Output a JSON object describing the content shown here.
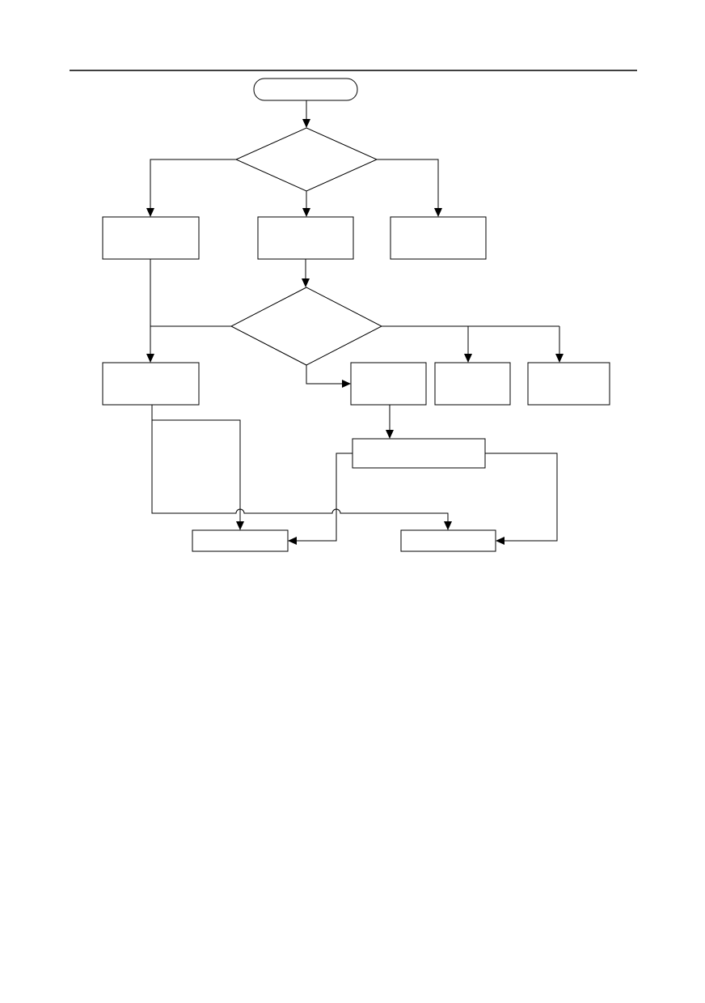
{
  "flowchart": {
    "nodes": [
      {
        "id": "start",
        "kind": "terminator",
        "text": ""
      },
      {
        "id": "decision-1",
        "kind": "decision",
        "text": ""
      },
      {
        "id": "process-left",
        "kind": "process",
        "text": ""
      },
      {
        "id": "process-center",
        "kind": "process",
        "text": ""
      },
      {
        "id": "process-right",
        "kind": "process",
        "text": ""
      },
      {
        "id": "decision-2",
        "kind": "decision",
        "text": ""
      },
      {
        "id": "process-lower-left",
        "kind": "process",
        "text": ""
      },
      {
        "id": "process-lower-mid",
        "kind": "process",
        "text": ""
      },
      {
        "id": "process-lower-right-a",
        "kind": "process",
        "text": ""
      },
      {
        "id": "process-lower-right-b",
        "kind": "process",
        "text": ""
      },
      {
        "id": "process-wide",
        "kind": "process",
        "text": ""
      },
      {
        "id": "end-left",
        "kind": "process",
        "text": ""
      },
      {
        "id": "end-right",
        "kind": "process",
        "text": ""
      }
    ],
    "edges": [
      {
        "from": "start",
        "to": "decision-1"
      },
      {
        "from": "decision-1",
        "to": "process-left"
      },
      {
        "from": "decision-1",
        "to": "process-center"
      },
      {
        "from": "decision-1",
        "to": "process-right"
      },
      {
        "from": "process-center",
        "to": "decision-2"
      },
      {
        "from": "process-left",
        "to": "process-lower-left"
      },
      {
        "from": "decision-2",
        "to": "process-lower-left"
      },
      {
        "from": "decision-2",
        "to": "process-lower-mid"
      },
      {
        "from": "decision-2",
        "to": "process-lower-right-a"
      },
      {
        "from": "decision-2",
        "to": "process-lower-right-b"
      },
      {
        "from": "process-lower-mid",
        "to": "process-wide"
      },
      {
        "from": "process-lower-left",
        "to": "end-left"
      },
      {
        "from": "process-lower-left",
        "to": "end-right"
      },
      {
        "from": "process-wide",
        "to": "end-left"
      },
      {
        "from": "process-wide",
        "to": "end-right"
      }
    ]
  }
}
